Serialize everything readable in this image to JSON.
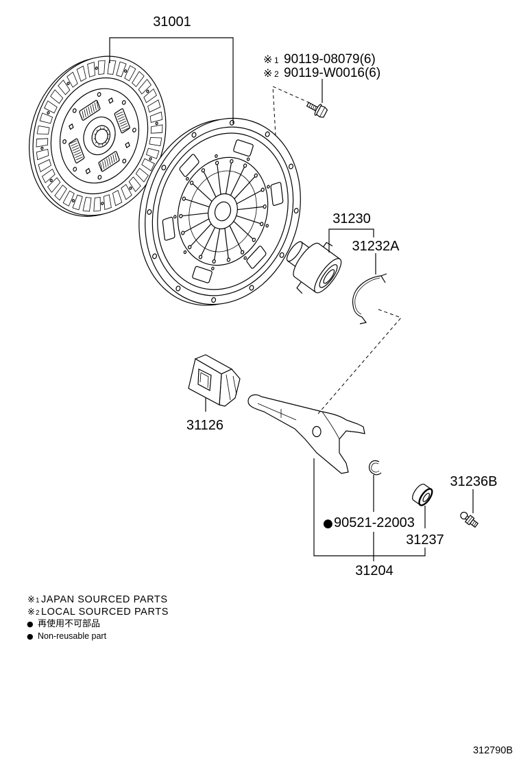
{
  "parts": {
    "clutch_disc_and_cover": "31001",
    "bolt_ref_1": {
      "mark": "※",
      "num": "1",
      "part": "90119-08079(6)"
    },
    "bolt_ref_2": {
      "mark": "※",
      "num": "2",
      "part": "90119-W0016(6)"
    },
    "release_bearing": "31230",
    "bearing_clip": "31232A",
    "boot": "31126",
    "ball_stud": "31236B",
    "c_clip": {
      "mark": "●",
      "part": "90521-22003"
    },
    "bushing": "31237",
    "release_fork": "31204"
  },
  "notes": [
    {
      "mark": "※",
      "num": "1",
      "text": "JAPAN SOURCED PARTS"
    },
    {
      "mark": "※",
      "num": "2",
      "text": "LOCAL SOURCED PARTS"
    },
    {
      "mark": "●",
      "text": "再使用不可部品"
    },
    {
      "mark": "●",
      "text": "Non-reusable part"
    }
  ],
  "illustration_number": "312790B"
}
